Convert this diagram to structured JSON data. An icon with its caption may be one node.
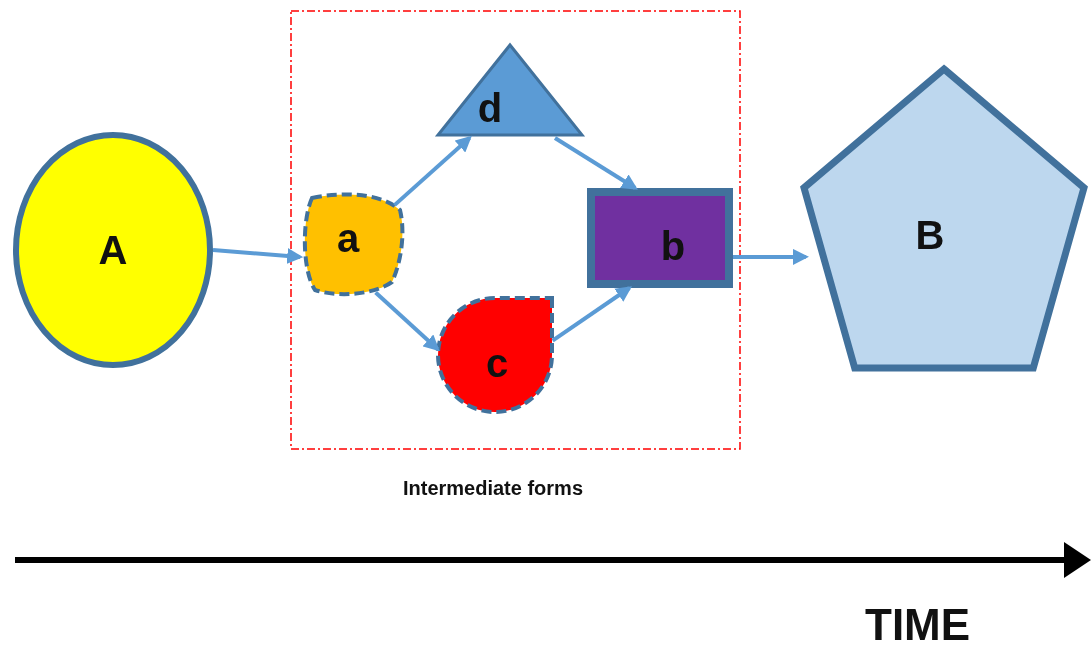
{
  "diagram": {
    "nodes": [
      {
        "text": [
          "A"
        ]
      },
      {
        "text": [
          "Intermediate forms"
        ]
      },
      {
        "text": [
          "a"
        ],
        "in": 1
      },
      {
        "text": [
          "d"
        ],
        "in": 1
      },
      {
        "text": [
          "b"
        ],
        "in": 1
      },
      {
        "text": [
          "c"
        ],
        "in": 1
      },
      {
        "text": [
          "B"
        ]
      }
    ],
    "edges": [
      {
        "from": 0,
        "to": 2,
        "arrow": "to"
      },
      {
        "from": 2,
        "to": 3,
        "arrow": "to"
      },
      {
        "from": 3,
        "to": 4,
        "arrow": "to"
      },
      {
        "from": 2,
        "to": 5,
        "arrow": "to"
      },
      {
        "from": 5,
        "to": 4,
        "arrow": "to"
      },
      {
        "from": 4,
        "to": 6,
        "arrow": "to"
      }
    ],
    "labels": [
      "TIME"
    ]
  }
}
